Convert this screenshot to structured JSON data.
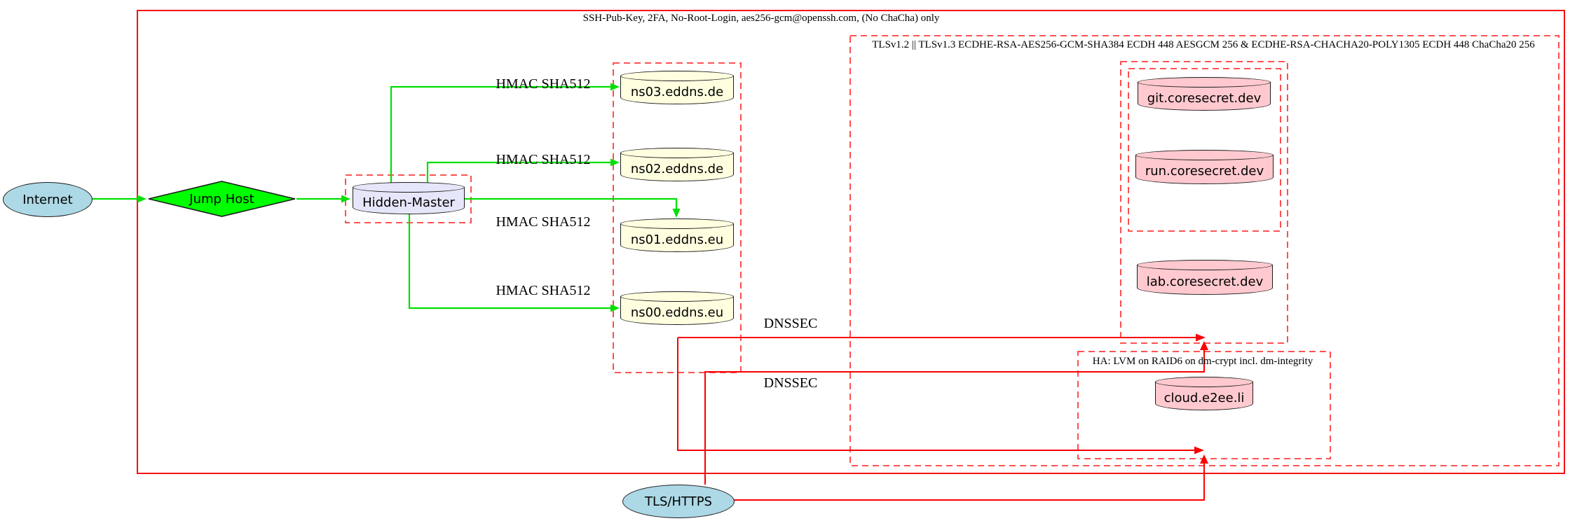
{
  "cluster_labels": {
    "ssh": "SSH-Pub-Key, 2FA, No-Root-Login, aes256-gcm@openssh.com, (No ChaCha) only",
    "tls": "TLSv1.2 || TLSv1.3 ECDHE-RSA-AES256-GCM-SHA384 ECDH 448 AESGCM 256 & ECDHE-RSA-CHACHA20-POLY1305 ECDH 448 ChaCha20 256",
    "ha": "HA: LVM on RAID6 on dm-crypt incl. dm-integrity"
  },
  "nodes": {
    "internet": "Internet",
    "jump_host": "Jump Host",
    "hidden_master": "Hidden-Master",
    "ns03": "ns03.eddns.de",
    "ns02": "ns02.eddns.de",
    "ns01": "ns01.eddns.eu",
    "ns00": "ns00.eddns.eu",
    "git": "git.coresecret.dev",
    "run": "run.coresecret.dev",
    "lab": "lab.coresecret.dev",
    "cloud": "cloud.e2ee.li",
    "tls_https": "TLS/HTTPS"
  },
  "edge_labels": {
    "hmac": "HMAC SHA512",
    "dnssec": "DNSSEC"
  },
  "colors": {
    "node_blue": "#add8e6",
    "node_green": "#00ff00",
    "node_lavender": "#e6e6fa",
    "node_yellow": "#ffffe0",
    "node_pink": "#ffc9cf",
    "edge_green": "#00e000",
    "edge_red": "#fb0000",
    "border_dashed_red": "#ff3b3b",
    "border_solid_red": "#f71111",
    "stroke_black": "#1c1c1c"
  }
}
